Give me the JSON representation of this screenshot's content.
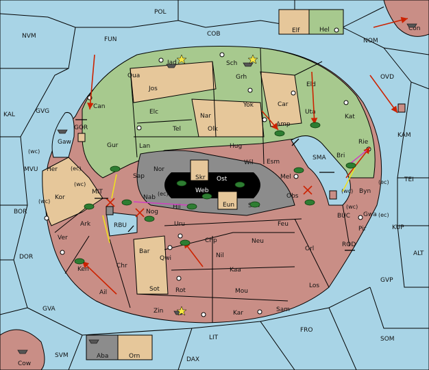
{
  "colors": {
    "sea": "#a8d4e6",
    "green": "#a7c98e",
    "tan": "#e6c79a",
    "red": "#c98e86",
    "gray": "#8c8c8c",
    "arrow_red": "#cc2200",
    "arrow_yellow": "#f0e020",
    "arrow_pink": "#d040c0",
    "unit_green": "#2e7d32"
  },
  "sea_labels": [
    "POL",
    "FUN",
    "COB",
    "NOM",
    "NVM",
    "OVD",
    "KAL",
    "GVG",
    "KAM",
    "MVU",
    "TEI",
    "BOR",
    "SMA",
    "KUP",
    "DOR",
    "ALT",
    "GVP",
    "ROD",
    "BUC",
    "MIT",
    "GOR",
    "RBU",
    "GVA",
    "FRO",
    "SOM",
    "LIT",
    "SVM",
    "DAX"
  ],
  "green_labels": [
    "Jad",
    "Sch",
    "Qua",
    "Grh",
    "Eld",
    "Can",
    "Yok",
    "Uta",
    "Kat",
    "Elc",
    "Tel",
    "Gur",
    "Lan",
    "Esm",
    "Sap",
    "Rie",
    "Hel"
  ],
  "tan_labels": [
    "Jos",
    "Car",
    "Nar",
    "Olk",
    "Hug",
    "Amp",
    "Wil",
    "Her",
    "Kor",
    "Elf",
    "Orn",
    "Bar",
    "Sot"
  ],
  "red_labels": [
    "Nog",
    "Hil",
    "Uru",
    "Feu",
    "Ark",
    "Ver",
    "Chp",
    "Neu",
    "Orl",
    "Ken",
    "Chr",
    "Nil",
    "Qwi",
    "Kaa",
    "Ail",
    "Los",
    "Mou",
    "Rot",
    "Zin",
    "Kar",
    "Sam",
    "Bri",
    "Byn",
    "Gwa",
    "Pir",
    "Obs",
    "Mel",
    "Sun",
    "Cow",
    "Con"
  ],
  "gray_labels": [
    "Nor",
    "Nab",
    "Skr",
    "Web",
    "Ost",
    "Eun",
    "Gaw",
    "Aba"
  ],
  "coast_marks": [
    "(wc)",
    "(ec)",
    "(wc)",
    "(ec)",
    "(wc)",
    "(wc)",
    "(ec)",
    "(wc)",
    "(ec)"
  ]
}
